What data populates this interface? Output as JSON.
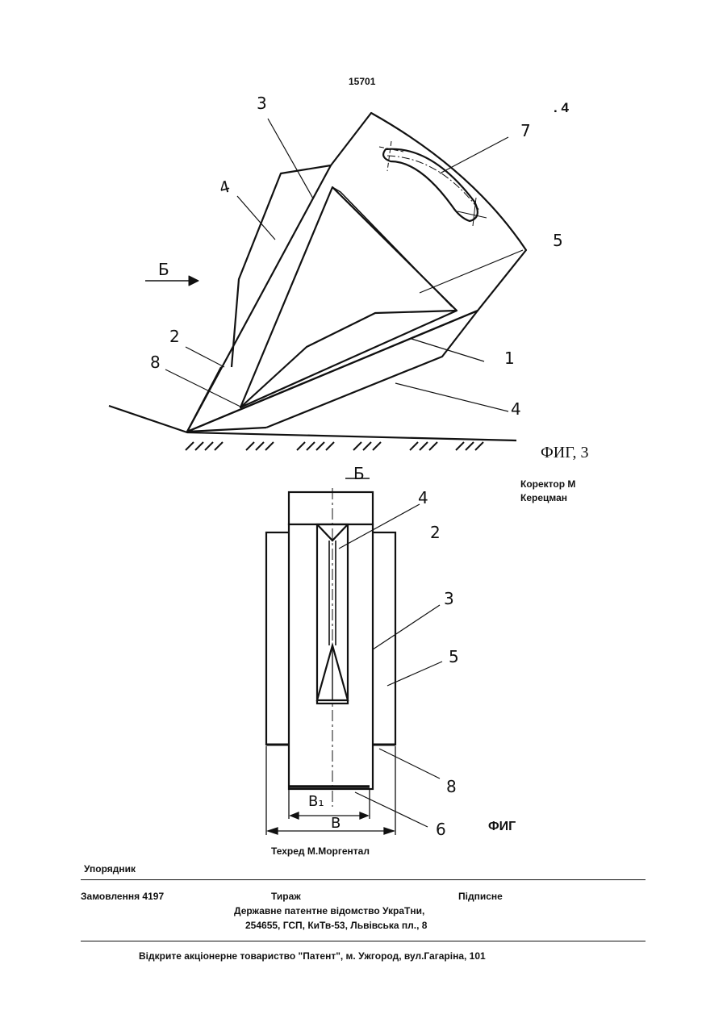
{
  "patent_number": "15701",
  "fig_top_ref": ". 4",
  "fig3": {
    "caption": "ФИГ, 3",
    "labels": {
      "l3": "3",
      "l4a": "4",
      "l7": "7",
      "l5": "5",
      "l2": "2",
      "l8": "8",
      "l1": "1",
      "l4b": "4",
      "b": "Б"
    }
  },
  "fig_bottom": {
    "caption": "ФИГ",
    "labels": {
      "b": "Б",
      "l4": "4",
      "l2": "2",
      "l3": "3",
      "l5": "5",
      "l8": "8",
      "l6": "6",
      "b1": "B₁",
      "bw": "B"
    }
  },
  "credits": {
    "korektor": "Коректор М",
    "korektor_name": "Керецман",
    "tekhred": "Техред М.Моргентал",
    "uporiadnyk": "Упорядник"
  },
  "footer": {
    "order": "Замовлення 4197",
    "tirazh": "Тираж",
    "pidpysne": "Підписне",
    "org_line1": "Державне патентне відомство УкраТни,",
    "org_line2": "254655, ГСП, КиТв-53, Львівська пл., 8",
    "publisher": "Відкрите акціонерне товариство \"Патент\", м. Ужгород, вул.Гагаріна, 101"
  }
}
